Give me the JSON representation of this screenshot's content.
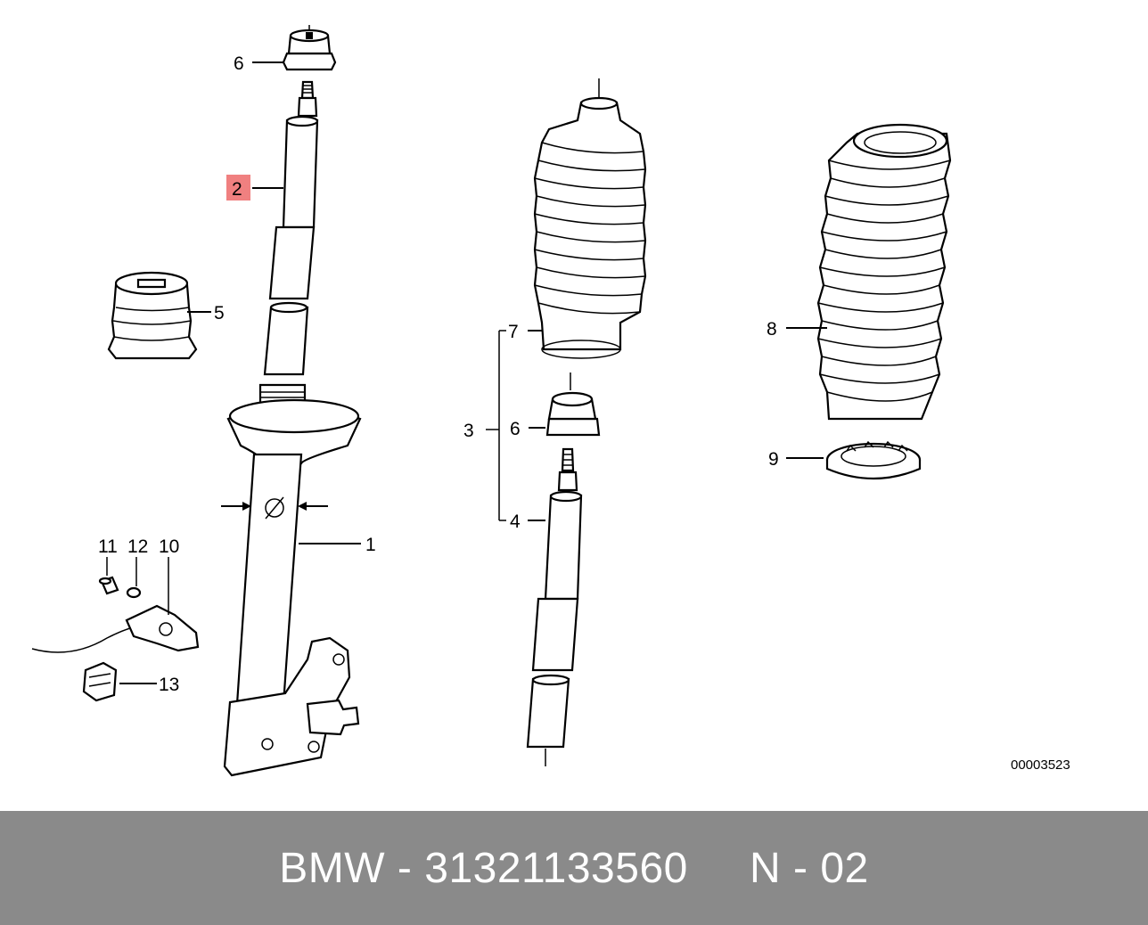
{
  "diagram": {
    "reference_number": "00003523",
    "callouts": {
      "c1": "1",
      "c2": "2",
      "c3": "3",
      "c4": "4",
      "c5": "5",
      "c6a": "6",
      "c6b": "6",
      "c7": "7",
      "c8": "8",
      "c9": "9",
      "c10": "10",
      "c11": "11",
      "c12": "12",
      "c13": "13"
    },
    "highlight_color": "#f08080"
  },
  "footer": {
    "brand": "BMW",
    "part_number": "31321133560",
    "code": "N - 02",
    "text": "BMW - 31321133560     N - 02"
  }
}
